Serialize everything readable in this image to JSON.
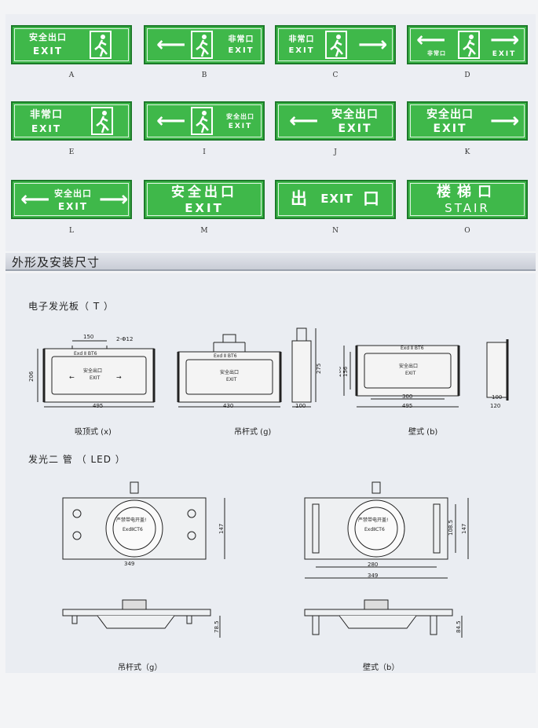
{
  "signs": [
    {
      "id": "A",
      "zh": "安全出口",
      "en": "EXIT"
    },
    {
      "id": "B",
      "zh": "非常口",
      "en": "EXIT"
    },
    {
      "id": "C",
      "zh": "非常口",
      "en": "EXIT"
    },
    {
      "id": "D",
      "zh": "非常口",
      "en": "EXIT"
    },
    {
      "id": "E",
      "zh": "非常口",
      "en": "EXIT"
    },
    {
      "id": "I",
      "zh": "安全出口",
      "en": "EXIT"
    },
    {
      "id": "J",
      "zh": "安全出口",
      "en": "EXIT"
    },
    {
      "id": "K",
      "zh": "安全出口",
      "en": "EXIT"
    },
    {
      "id": "L",
      "zh": "安全出口",
      "en": "EXIT"
    },
    {
      "id": "M",
      "zh": "安全出口",
      "en": "EXIT"
    },
    {
      "id": "N",
      "zh_left": "出",
      "en": "EXIT",
      "zh_right": "口"
    },
    {
      "id": "O",
      "zh": "楼梯口",
      "en": "STAIR"
    }
  ],
  "section_title": "外形及安装尺寸",
  "panel1": {
    "heading": "电子发光板（ T ）",
    "marking": "Exd Ⅱ BT6",
    "inner_zh": "安全出口",
    "inner_en": "EXIT",
    "views": [
      {
        "caption": "吸顶式 (x)",
        "dims": [
          "150",
          "2-Φ12",
          "206",
          "495"
        ]
      },
      {
        "caption": "吊杆式 (g)",
        "dims": [
          "430"
        ]
      },
      {
        "caption": "",
        "dims": [
          "275",
          "100"
        ]
      },
      {
        "caption": "壁式 (b)",
        "dims": [
          "206",
          "156",
          "300",
          "495"
        ]
      },
      {
        "caption": "",
        "dims": [
          "100",
          "120"
        ]
      }
    ]
  },
  "panel2": {
    "heading": "发光二 管 （ LED ）",
    "nameplate": "严禁带电开盖!",
    "marking": "ExdⅡCT6",
    "views": [
      {
        "caption": "",
        "dims": [
          "349",
          "147"
        ]
      },
      {
        "caption": "",
        "dims": [
          "280",
          "349",
          "108.5",
          "147"
        ]
      },
      {
        "caption": "吊杆式（g）",
        "dims": [
          "78.5"
        ]
      },
      {
        "caption": "壁式（b）",
        "dims": [
          "84.5"
        ]
      }
    ]
  }
}
